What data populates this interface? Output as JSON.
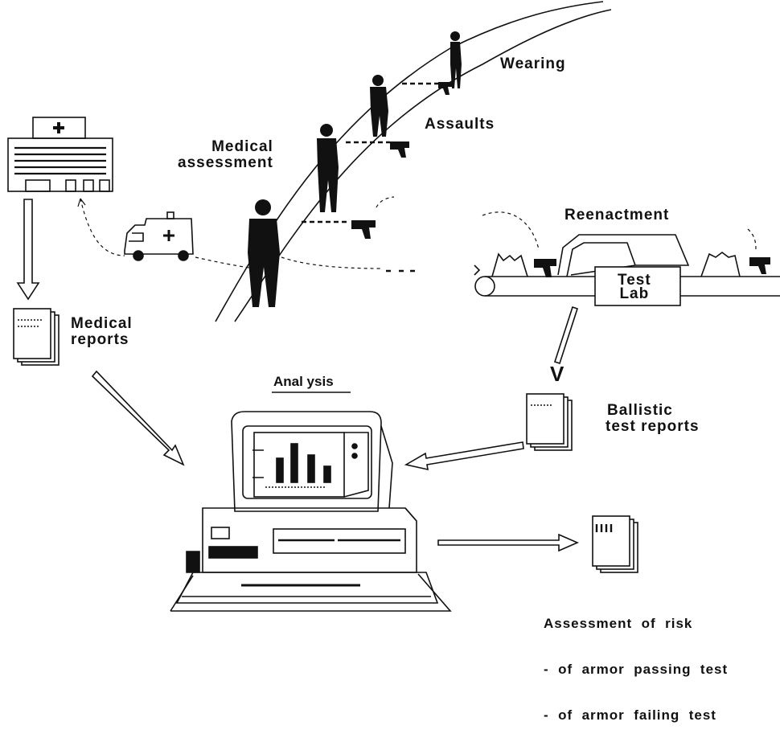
{
  "labels": {
    "wearing": "Wearing",
    "assaults": "Assaults",
    "medical_assessment": [
      "Medical",
      "assessment"
    ],
    "reenactment": "Reenactment",
    "test_lab": [
      "Test",
      "Lab"
    ],
    "medical_reports": [
      "Medical",
      "reports"
    ],
    "analysis": "Anal ysis",
    "ballistic_test_reports": [
      "Ballistic",
      "test reports"
    ],
    "v_mark": "V",
    "assessment": [
      "Assessment  of  risk",
      "-  of  armor  passing  test",
      "-  of  armor  failing  test"
    ]
  },
  "colors": {
    "ink": "#111111",
    "paper": "#ffffff"
  }
}
